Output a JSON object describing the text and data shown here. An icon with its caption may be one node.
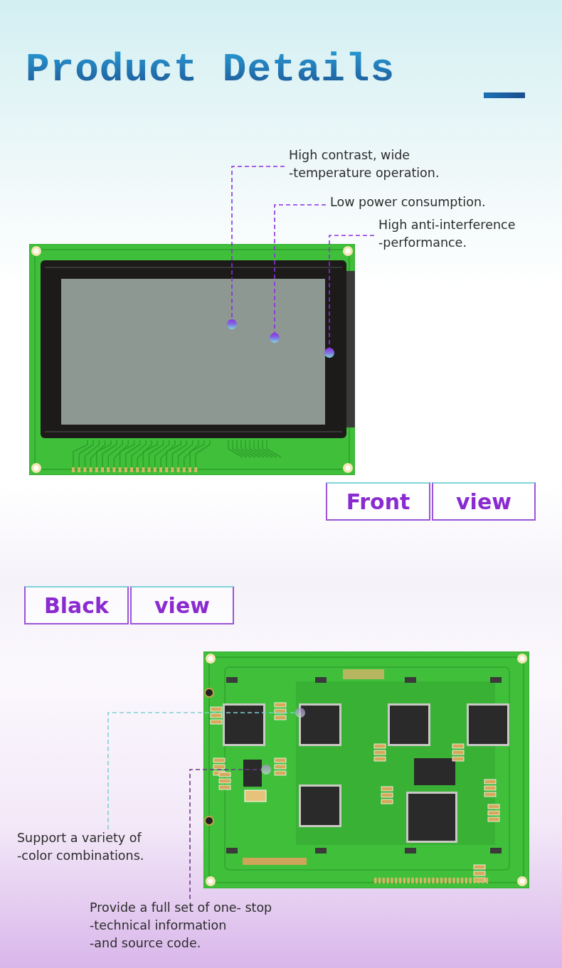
{
  "diagram": {
    "title": "Product Details",
    "nodes": [
      {
        "text": [
          "High contrast, wide -temperature operation."
        ]
      },
      {
        "text": [
          "Low power consumption."
        ]
      },
      {
        "text": [
          "High anti-interference -performance."
        ]
      },
      {
        "text": [],
        "shape": "picture"
      },
      {
        "text": [],
        "shape": "circle",
        "in": 3
      },
      {
        "text": [],
        "shape": "circle",
        "in": 3
      },
      {
        "text": [],
        "shape": "circle",
        "in": 3
      },
      {
        "text": [
          "Front"
        ]
      },
      {
        "text": [
          "view"
        ]
      },
      {
        "text": [
          "Black"
        ]
      },
      {
        "text": [
          "view"
        ]
      },
      {
        "text": [],
        "shape": "picture"
      },
      {
        "text": [],
        "shape": "circle",
        "in": 11
      },
      {
        "text": [],
        "shape": "circle",
        "in": 11
      },
      {
        "text": [
          "Support a variety of -color combinations."
        ]
      },
      {
        "text": [
          "Provide a full set of one- stop -technical information -and source code."
        ]
      }
    ],
    "edges": [
      {
        "from": 0,
        "to": 4,
        "arrow": "none",
        "style": "dashed"
      },
      {
        "from": 1,
        "to": 5,
        "arrow": "none",
        "style": "dashed"
      },
      {
        "from": 2,
        "to": 6,
        "arrow": "none",
        "style": "dashed"
      },
      {
        "from": 14,
        "to": 12,
        "arrow": "none",
        "style": "dashed",
        "color": "#7fd0cf"
      },
      {
        "from": 15,
        "to": 13,
        "arrow": "none",
        "style": "dashed",
        "color": "#6e3d86"
      }
    ]
  }
}
